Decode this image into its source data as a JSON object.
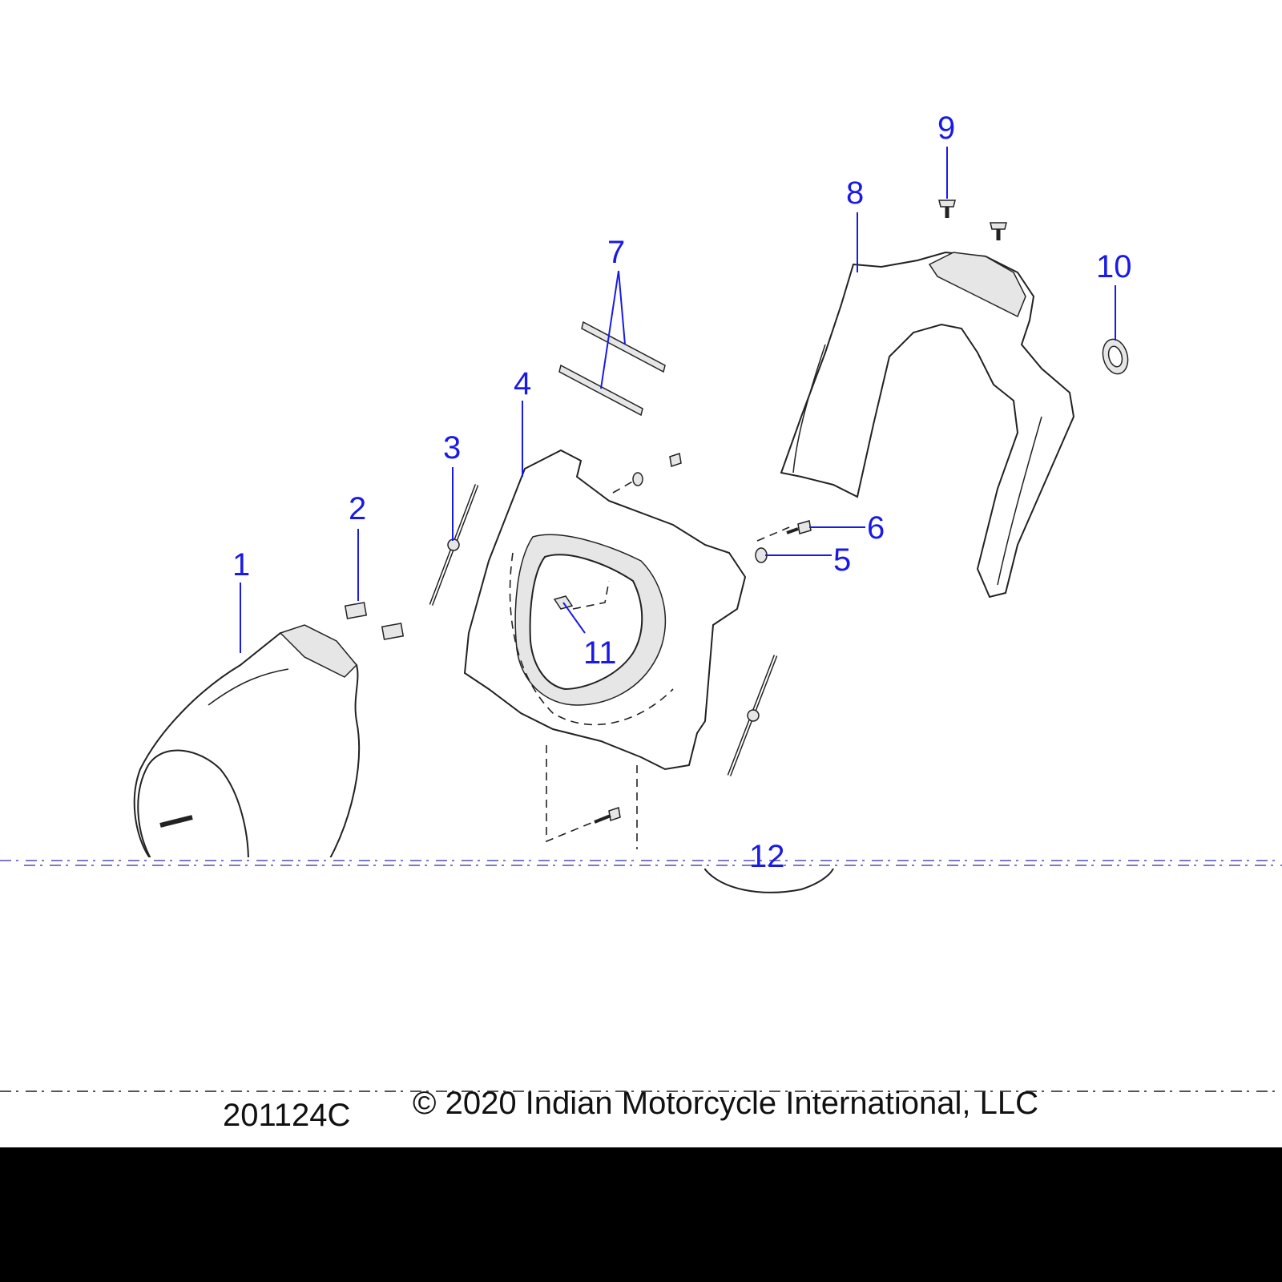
{
  "callouts": {
    "c1": "1",
    "c2": "2",
    "c3": "3",
    "c4": "4",
    "c5": "5",
    "c6": "6",
    "c7": "7",
    "c8": "8",
    "c9": "9",
    "c10": "10",
    "c11": "11",
    "c12": "12"
  },
  "footer": {
    "drawing_number": "201124C",
    "copyright": "© 2020 Indian Motorcycle International, LLC"
  },
  "colors": {
    "callout": "#1a1ae6",
    "line": "#222222",
    "background": "#ffffff",
    "bottom_band": "#000000"
  }
}
